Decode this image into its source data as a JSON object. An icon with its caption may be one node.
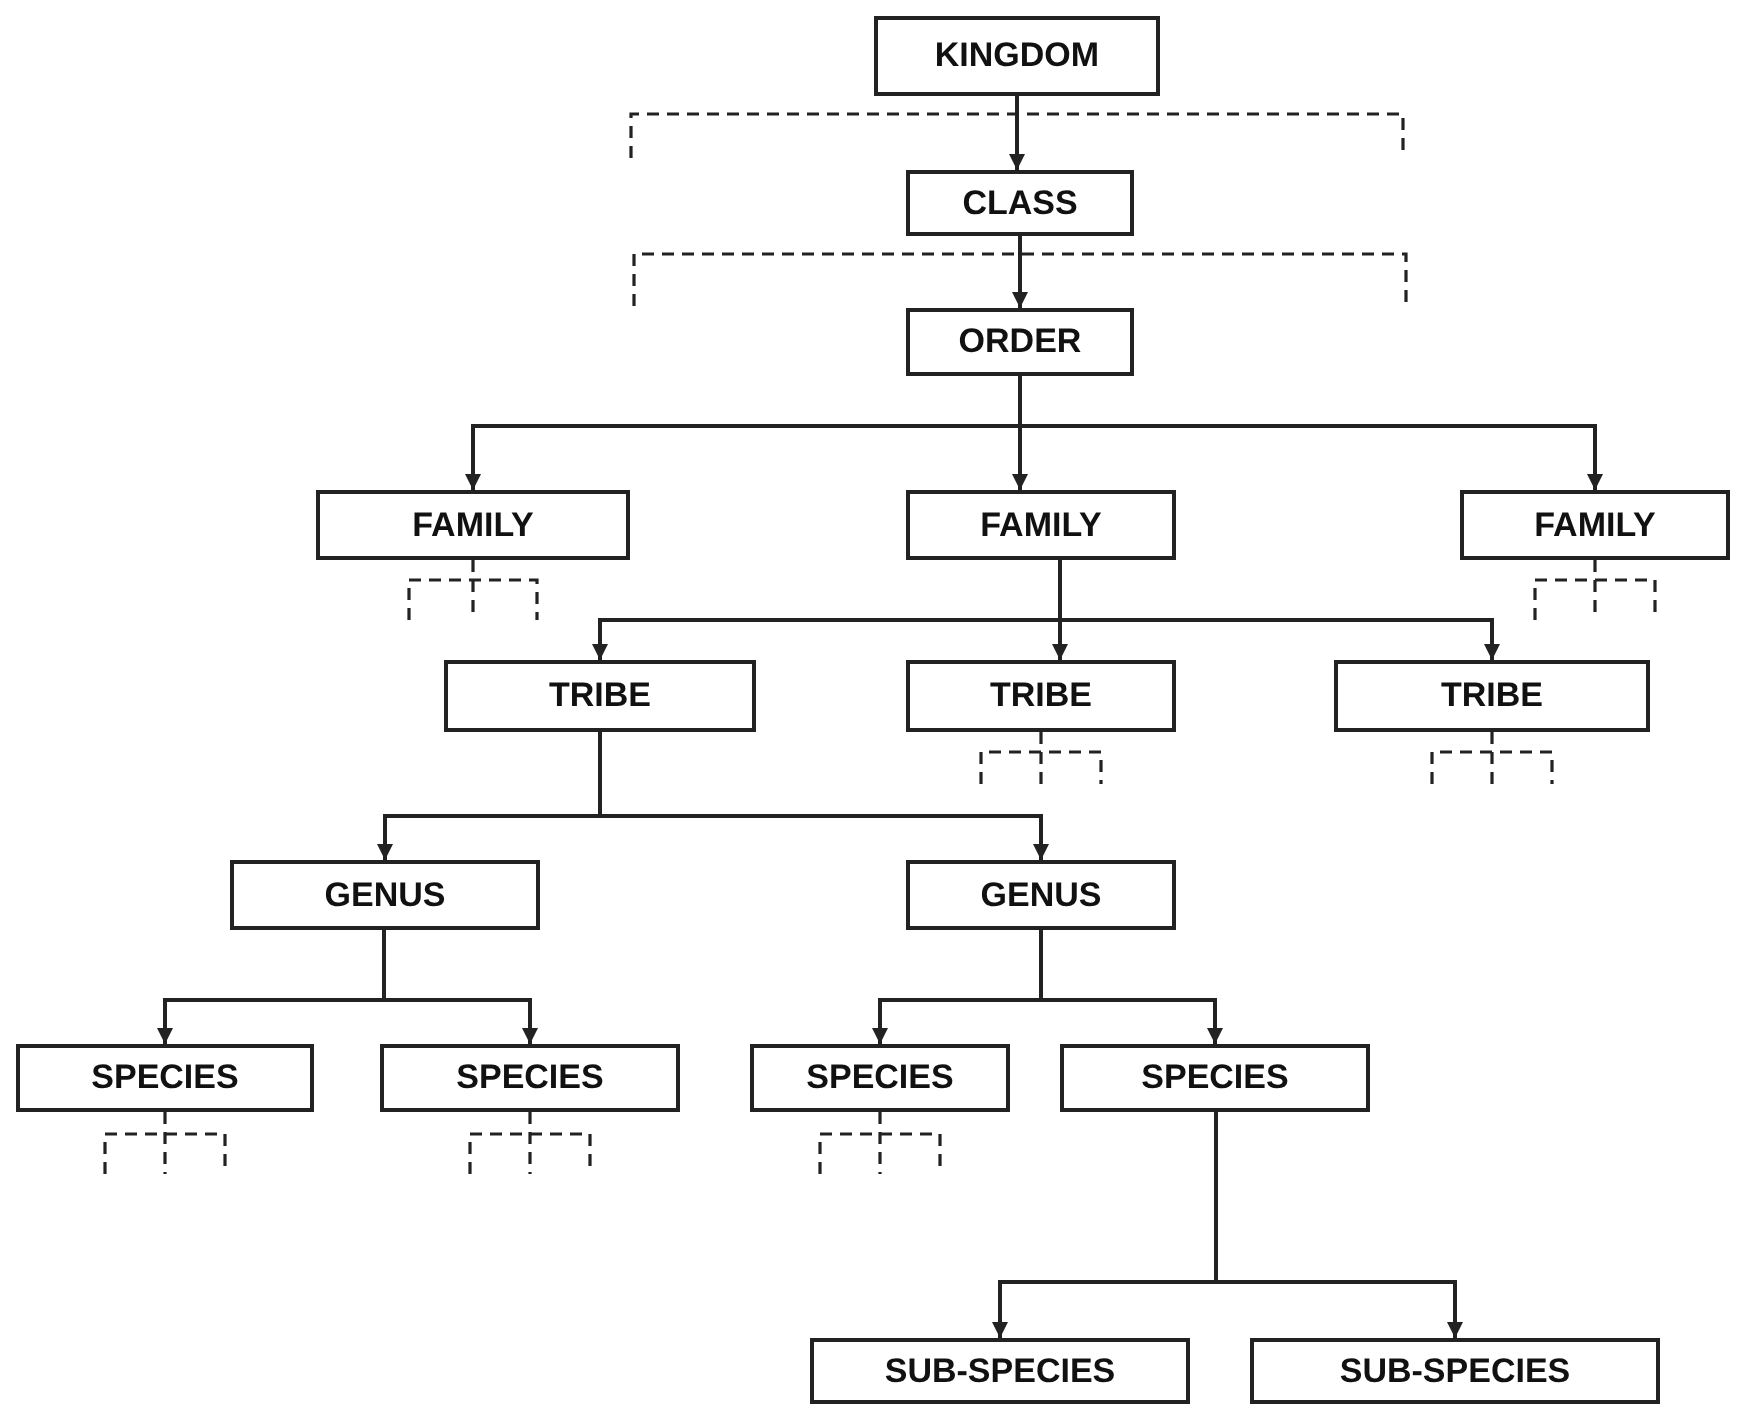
{
  "diagram": {
    "nodes": [
      {
        "text": [
          "KINGDOM"
        ]
      },
      {
        "text": [
          "CLASS"
        ]
      },
      {
        "text": [
          "ORDER"
        ]
      },
      {
        "text": [
          "FAMILY"
        ]
      },
      {
        "text": [
          "FAMILY"
        ]
      },
      {
        "text": [
          "FAMILY"
        ]
      },
      {
        "text": [
          "TRIBE"
        ]
      },
      {
        "text": [
          "TRIBE"
        ]
      },
      {
        "text": [
          "TRIBE"
        ]
      },
      {
        "text": [
          "GENUS"
        ]
      },
      {
        "text": [
          "GENUS"
        ]
      },
      {
        "text": [
          "SPECIES"
        ]
      },
      {
        "text": [
          "SPECIES"
        ]
      },
      {
        "text": [
          "SPECIES"
        ]
      },
      {
        "text": [
          "SPECIES"
        ]
      },
      {
        "text": [
          "SUB-SPECIES"
        ]
      },
      {
        "text": [
          "SUB-SPECIES"
        ]
      }
    ],
    "edges": [
      {
        "from": 0,
        "to": 1,
        "arrow": "to"
      },
      {
        "from": 1,
        "to": 2,
        "arrow": "to"
      },
      {
        "from": 2,
        "to": 3,
        "arrow": "to"
      },
      {
        "from": 2,
        "to": 4,
        "arrow": "to"
      },
      {
        "from": 2,
        "to": 5,
        "arrow": "to"
      },
      {
        "from": 4,
        "to": 6,
        "arrow": "to"
      },
      {
        "from": 4,
        "to": 7,
        "arrow": "to"
      },
      {
        "from": 4,
        "to": 8,
        "arrow": "to"
      },
      {
        "from": 6,
        "to": 9,
        "arrow": "to"
      },
      {
        "from": 6,
        "to": 10,
        "arrow": "to"
      },
      {
        "from": 9,
        "to": 11,
        "arrow": "to"
      },
      {
        "from": 9,
        "to": 12,
        "arrow": "to"
      },
      {
        "from": 10,
        "to": 13,
        "arrow": "to"
      },
      {
        "from": 10,
        "to": 14,
        "arrow": "to"
      },
      {
        "from": 14,
        "to": 15,
        "arrow": "to"
      },
      {
        "from": 14,
        "to": 16,
        "arrow": "to"
      }
    ]
  }
}
